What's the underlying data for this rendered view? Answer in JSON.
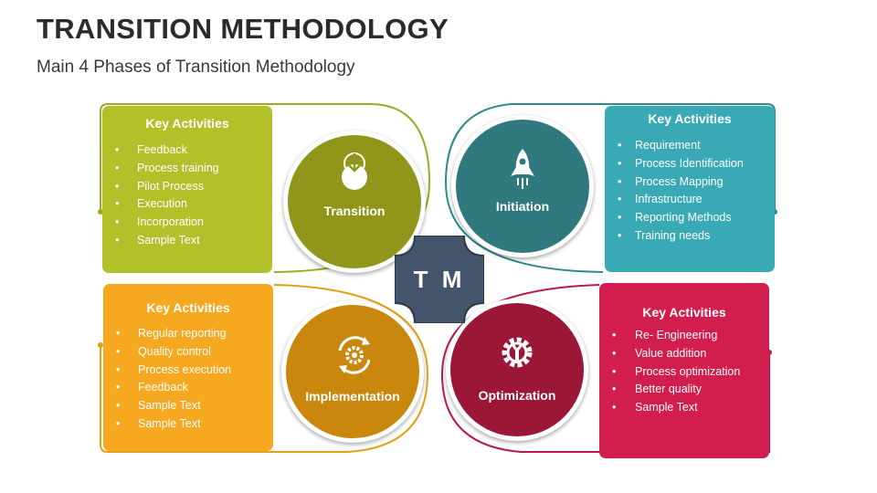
{
  "header": {
    "title": "TRANSITION METHODOLOGY",
    "subtitle": "Main 4 Phases of Transition Methodology"
  },
  "center": {
    "label": "T M",
    "color": "#44546a"
  },
  "phases": [
    {
      "name": "Transition",
      "icon": "clock-arrow-icon",
      "color": "#90961a",
      "box_color": "#b2c02a",
      "heading": "Key Activities",
      "items": [
        "Feedback",
        "Process training",
        "Pilot Process",
        "Execution",
        "Incorporation",
        "Sample Text"
      ]
    },
    {
      "name": "Initiation",
      "icon": "rocket-icon",
      "color": "#2e787e",
      "box_color": "#3aa9b6",
      "heading": "Key Activities",
      "items": [
        "Requirement",
        "Process Identification",
        "Process Mapping",
        "Infrastructure",
        "Reporting Methods",
        "Training needs"
      ]
    },
    {
      "name": "Implementation",
      "icon": "cycle-gear-icon",
      "color": "#c9870e",
      "box_color": "#f5a820",
      "heading": "Key Activities",
      "items": [
        "Regular reporting",
        "Quality control",
        "Process execution",
        "Feedback",
        "Sample Text",
        "Sample Text"
      ]
    },
    {
      "name": "Optimization",
      "icon": "gear-wrench-icon",
      "color": "#9c1638",
      "box_color": "#d21d4f",
      "heading": "Key Activities",
      "items": [
        "Re- Engineering",
        "Value addition",
        "Process optimization",
        "Better quality",
        "Sample Text"
      ]
    }
  ]
}
